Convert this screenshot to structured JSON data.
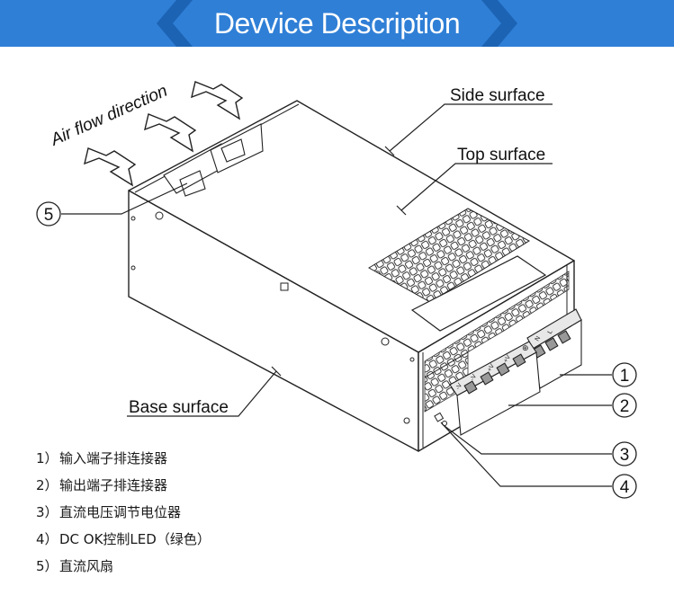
{
  "banner": {
    "title": "Devvice Description",
    "color": "#2f7fd6"
  },
  "labels": {
    "airflow": "Air flow direction",
    "side_surface": "Side surface",
    "top_surface": "Top surface",
    "base_surface": "Base surface"
  },
  "callouts": [
    "1",
    "2",
    "3",
    "4",
    "5"
  ],
  "terminal_marks": {
    "minus_v": "-V",
    "plus_v": "+V",
    "ground": "⊕",
    "n": "N",
    "l": "L"
  },
  "legend": [
    {
      "num": "1）",
      "text": "输入端子排连接器"
    },
    {
      "num": "2）",
      "text": "输出端子排连接器"
    },
    {
      "num": "3）",
      "text": "直流电压调节电位器"
    },
    {
      "num": "4）",
      "text": "DC OK控制LED（绿色）"
    },
    {
      "num": "5）",
      "text": "直流风扇"
    }
  ]
}
